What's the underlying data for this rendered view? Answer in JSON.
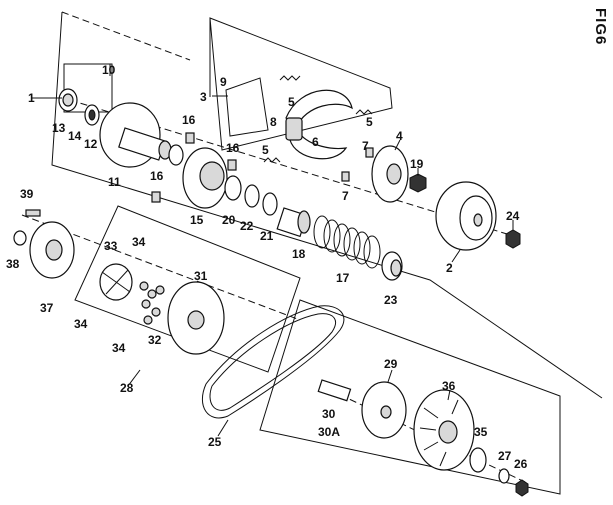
{
  "figure": {
    "title": "FIG6"
  },
  "callouts": [
    "1",
    "10",
    "13",
    "14",
    "12",
    "11",
    "3",
    "9",
    "8",
    "5",
    "6",
    "7",
    "4",
    "16",
    "15",
    "20",
    "22",
    "21",
    "18",
    "17",
    "19",
    "24",
    "2",
    "23",
    "39",
    "38",
    "37",
    "33",
    "34",
    "31",
    "32",
    "28",
    "29",
    "36",
    "35",
    "27",
    "26",
    "25",
    "30",
    "30A"
  ]
}
